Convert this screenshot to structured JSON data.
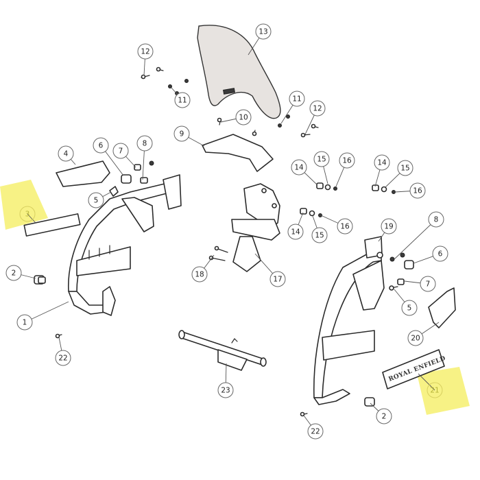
{
  "callouts": [
    {
      "id": "c1",
      "label": "1"
    },
    {
      "id": "c2a",
      "label": "2"
    },
    {
      "id": "c2b",
      "label": "2"
    },
    {
      "id": "c3",
      "label": "3"
    },
    {
      "id": "c4",
      "label": "4"
    },
    {
      "id": "c5a",
      "label": "5"
    },
    {
      "id": "c5b",
      "label": "5"
    },
    {
      "id": "c6a",
      "label": "6"
    },
    {
      "id": "c6b",
      "label": "6"
    },
    {
      "id": "c7a",
      "label": "7"
    },
    {
      "id": "c7b",
      "label": "7"
    },
    {
      "id": "c8a",
      "label": "8"
    },
    {
      "id": "c8b",
      "label": "8"
    },
    {
      "id": "c9",
      "label": "9"
    },
    {
      "id": "c10",
      "label": "10"
    },
    {
      "id": "c11a",
      "label": "11"
    },
    {
      "id": "c11b",
      "label": "11"
    },
    {
      "id": "c12a",
      "label": "12"
    },
    {
      "id": "c12b",
      "label": "12"
    },
    {
      "id": "c13",
      "label": "13"
    },
    {
      "id": "c14a",
      "label": "14"
    },
    {
      "id": "c14b",
      "label": "14"
    },
    {
      "id": "c14c",
      "label": "14"
    },
    {
      "id": "c15a",
      "label": "15"
    },
    {
      "id": "c15b",
      "label": "15"
    },
    {
      "id": "c15c",
      "label": "15"
    },
    {
      "id": "c16a",
      "label": "16"
    },
    {
      "id": "c16b",
      "label": "16"
    },
    {
      "id": "c16c",
      "label": "16"
    },
    {
      "id": "c17",
      "label": "17"
    },
    {
      "id": "c18",
      "label": "18"
    },
    {
      "id": "c19",
      "label": "19"
    },
    {
      "id": "c20",
      "label": "20"
    },
    {
      "id": "c21",
      "label": "21"
    },
    {
      "id": "c22a",
      "label": "22"
    },
    {
      "id": "c22b",
      "label": "22"
    },
    {
      "id": "c23",
      "label": "23"
    }
  ],
  "highlighted": [
    "3",
    "21"
  ],
  "badge_text": "ROYAL ENFIELD",
  "colors": {
    "highlight": "#f6f070",
    "highlight_label": "#b7b53a",
    "line": "#2a2a2a"
  }
}
